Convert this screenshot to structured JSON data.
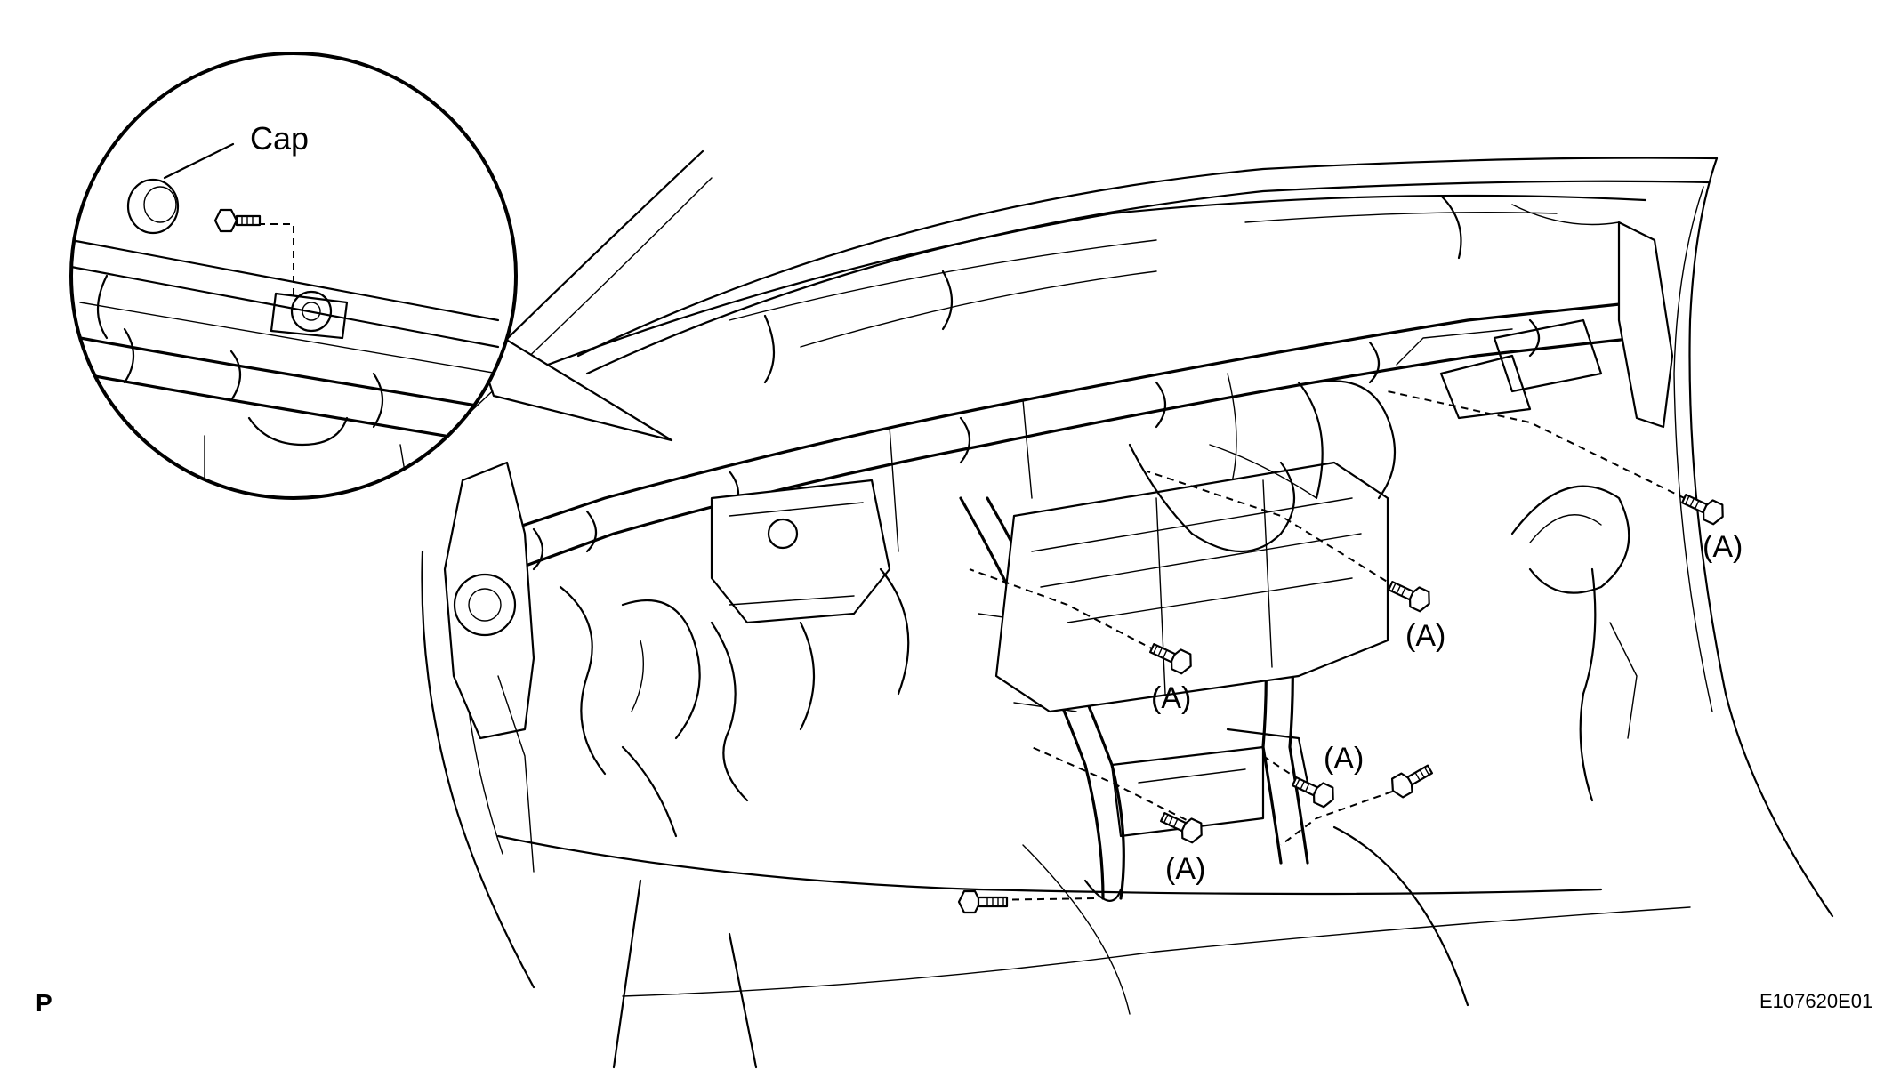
{
  "labels": {
    "cap": "Cap",
    "bolt_a": "(A)",
    "figure_code": "E107620E01",
    "view_code": "P"
  },
  "colors": {
    "line": "#000000",
    "background": "#ffffff"
  },
  "icons": [
    "bolt-icon",
    "cap-icon"
  ]
}
